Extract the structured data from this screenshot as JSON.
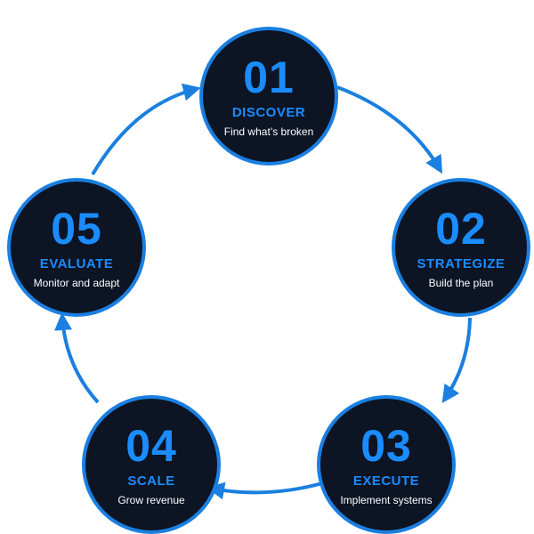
{
  "colors": {
    "accent": "#1a8cff",
    "ring": "#1a7fe0",
    "node_fill": "#0d1424",
    "subtitle": "#ffffff"
  },
  "steps": [
    {
      "number": "01",
      "title": "DISCOVER",
      "subtitle": "Find what’s broken"
    },
    {
      "number": "02",
      "title": "STRATEGIZE",
      "subtitle": "Build the plan"
    },
    {
      "number": "03",
      "title": "EXECUTE",
      "subtitle": "Implement systems"
    },
    {
      "number": "04",
      "title": "SCALE",
      "subtitle": "Grow revenue"
    },
    {
      "number": "05",
      "title": "EVALUATE",
      "subtitle": "Monitor and adapt"
    }
  ]
}
